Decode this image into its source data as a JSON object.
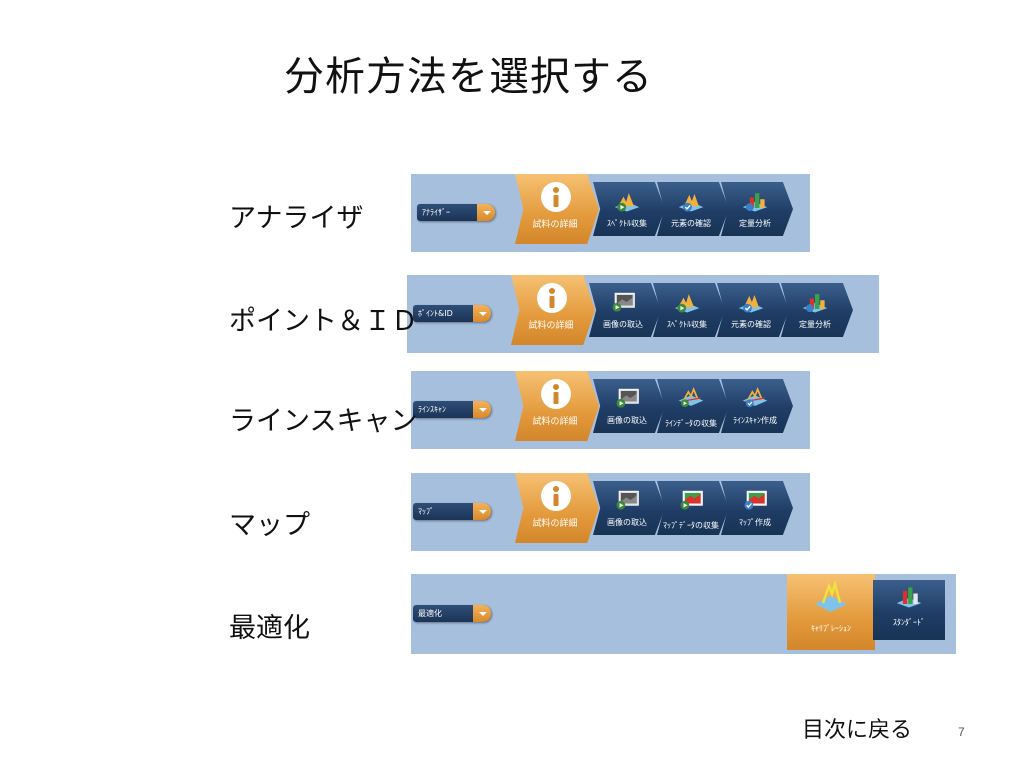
{
  "title": "分析方法を選択する",
  "rows": [
    {
      "label": "アナライザ",
      "dropdown": "ｱﾅﾗｲｻﾞｰ",
      "tabs": [
        "試料の詳細",
        "ｽﾍﾟｸﾄﾙ収集",
        "元素の確認",
        "定量分析"
      ]
    },
    {
      "label": "ポイント＆ＩＤ",
      "dropdown": "ﾎﾟｲﾝﾄ&ID",
      "tabs": [
        "試料の詳細",
        "画像の取込",
        "ｽﾍﾟｸﾄﾙ収集",
        "元素の確認",
        "定量分析"
      ]
    },
    {
      "label": "ラインスキャン",
      "dropdown": "ﾗｲﾝｽｷｬﾝ",
      "tabs": [
        "試料の詳細",
        "画像の取込",
        "ﾗｲﾝﾃﾞｰﾀの収集",
        "ﾗｲﾝｽｷｬﾝ作成"
      ]
    },
    {
      "label": "マップ",
      "dropdown": "ﾏｯﾌﾟ",
      "tabs": [
        "試料の詳細",
        "画像の取込",
        "ﾏｯﾌﾟﾃﾞｰﾀの収集",
        "ﾏｯﾌﾟ作成"
      ]
    },
    {
      "label": "最適化",
      "dropdown": "最適化",
      "tabs": [
        "ｷｬﾘﾌﾞﾚｰｼｮﾝ",
        "ｽﾀﾝﾀﾞｰﾄﾞ"
      ]
    }
  ],
  "footer_link": "目次に戻る",
  "page_number": "7",
  "colors": {
    "strip": "#a6bfdd",
    "tab_dark": "#1f3d66",
    "tab_active": "#e39a3c"
  }
}
